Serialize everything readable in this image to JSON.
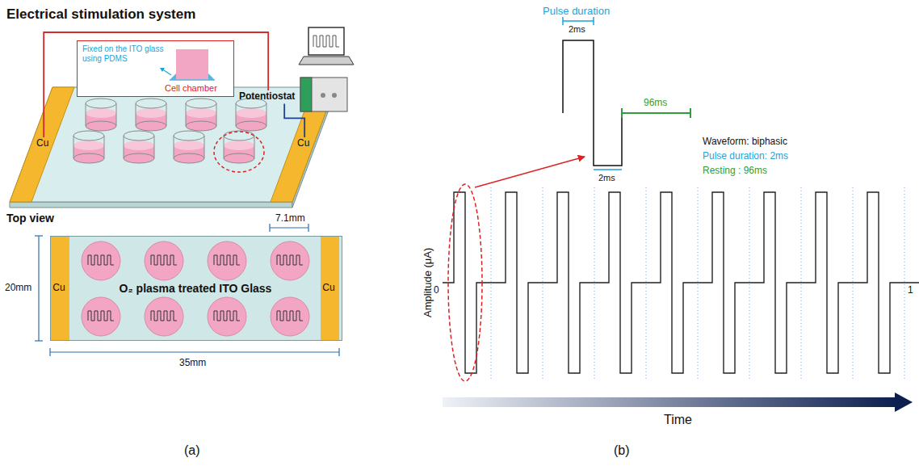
{
  "diagram": {
    "title": "Electrical stimulation system",
    "nodes": [
      {
        "text": [
          "Fixed on the ITO glass using PDMS",
          "Cell chamber"
        ]
      },
      {
        "text": [
          "Potentiostat"
        ]
      },
      {
        "text": [
          "Cu"
        ]
      },
      {
        "text": [
          "Cu"
        ]
      },
      {
        "text": [
          "O₂ plasma treated ITO Glass"
        ]
      },
      {
        "text": [
          "Cu"
        ],
        "in": 4
      },
      {
        "text": [
          "Cu"
        ],
        "in": 4
      }
    ],
    "edges": [
      {
        "from": 2,
        "to": 1,
        "arrow": "none"
      },
      {
        "from": 3,
        "to": 1,
        "arrow": "none"
      }
    ],
    "labels": [
      "Top view",
      "7.1mm",
      "20mm",
      "35mm",
      "(a)",
      "Pulse duration",
      "2ms",
      "2ms",
      "96ms",
      "Waveform: biphasic",
      "Pulse duration: 2ms",
      "Resting : 96ms",
      "Amplitude (μA)",
      "0",
      "1",
      "Time",
      "(b)"
    ]
  }
}
